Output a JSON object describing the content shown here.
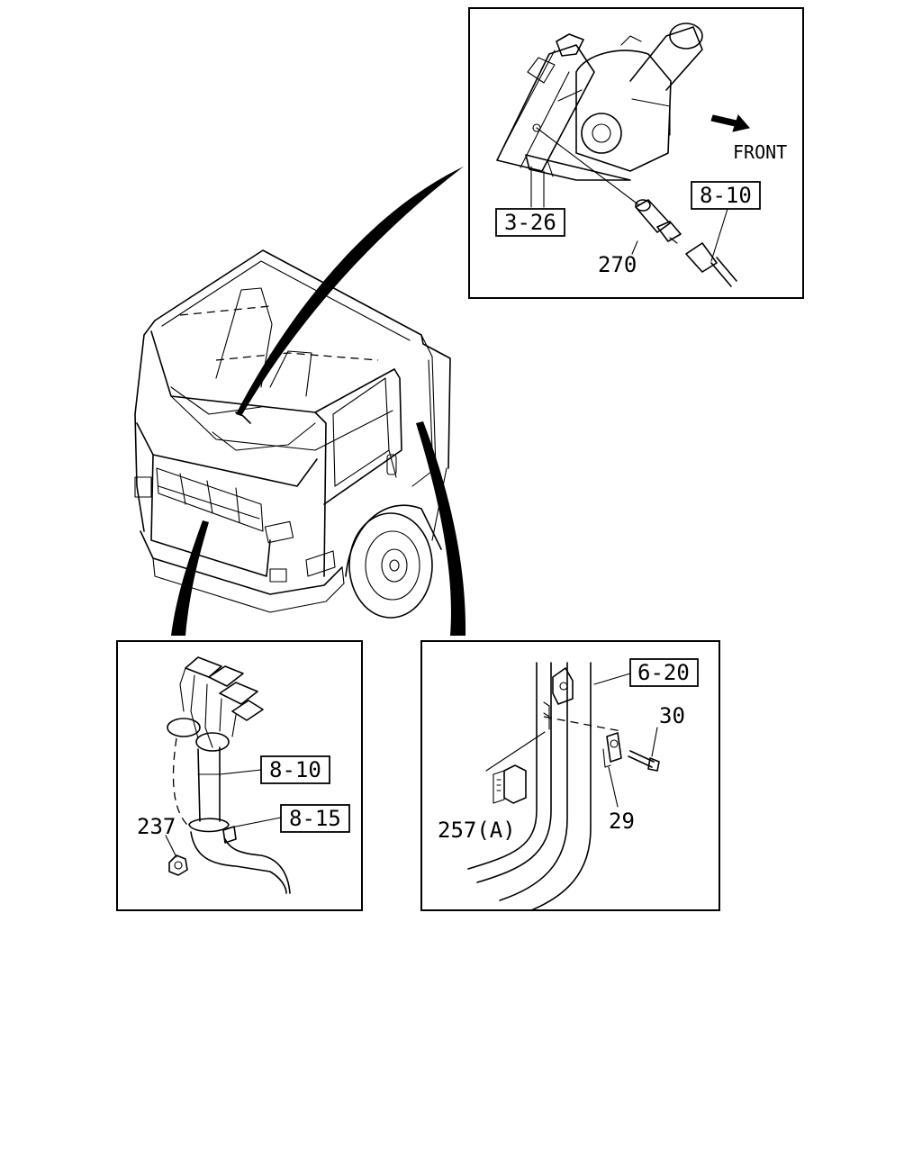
{
  "labels": {
    "top_ref_3_26": "3-26",
    "top_ref_8_10": "8-10",
    "top_part_270": "270",
    "front": "FRONT",
    "left_ref_8_10": "8-10",
    "left_ref_8_15": "8-15",
    "left_part_237": "237",
    "right_ref_6_20": "6-20",
    "right_part_30": "30",
    "right_part_29": "29",
    "right_part_257a": "257(A)"
  },
  "icons": {
    "front_arrow": "arrow-right-icon"
  }
}
